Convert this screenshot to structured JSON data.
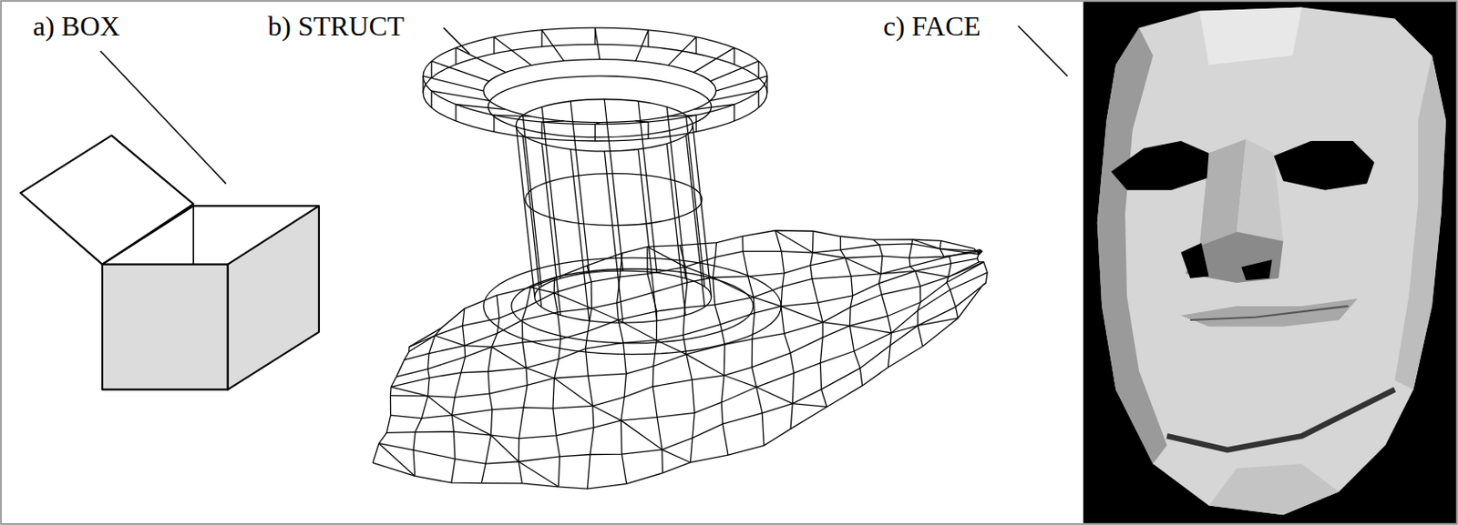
{
  "diagram": {
    "labels": [
      "a) BOX",
      "b) STRUCT",
      "c) FACE"
    ]
  }
}
